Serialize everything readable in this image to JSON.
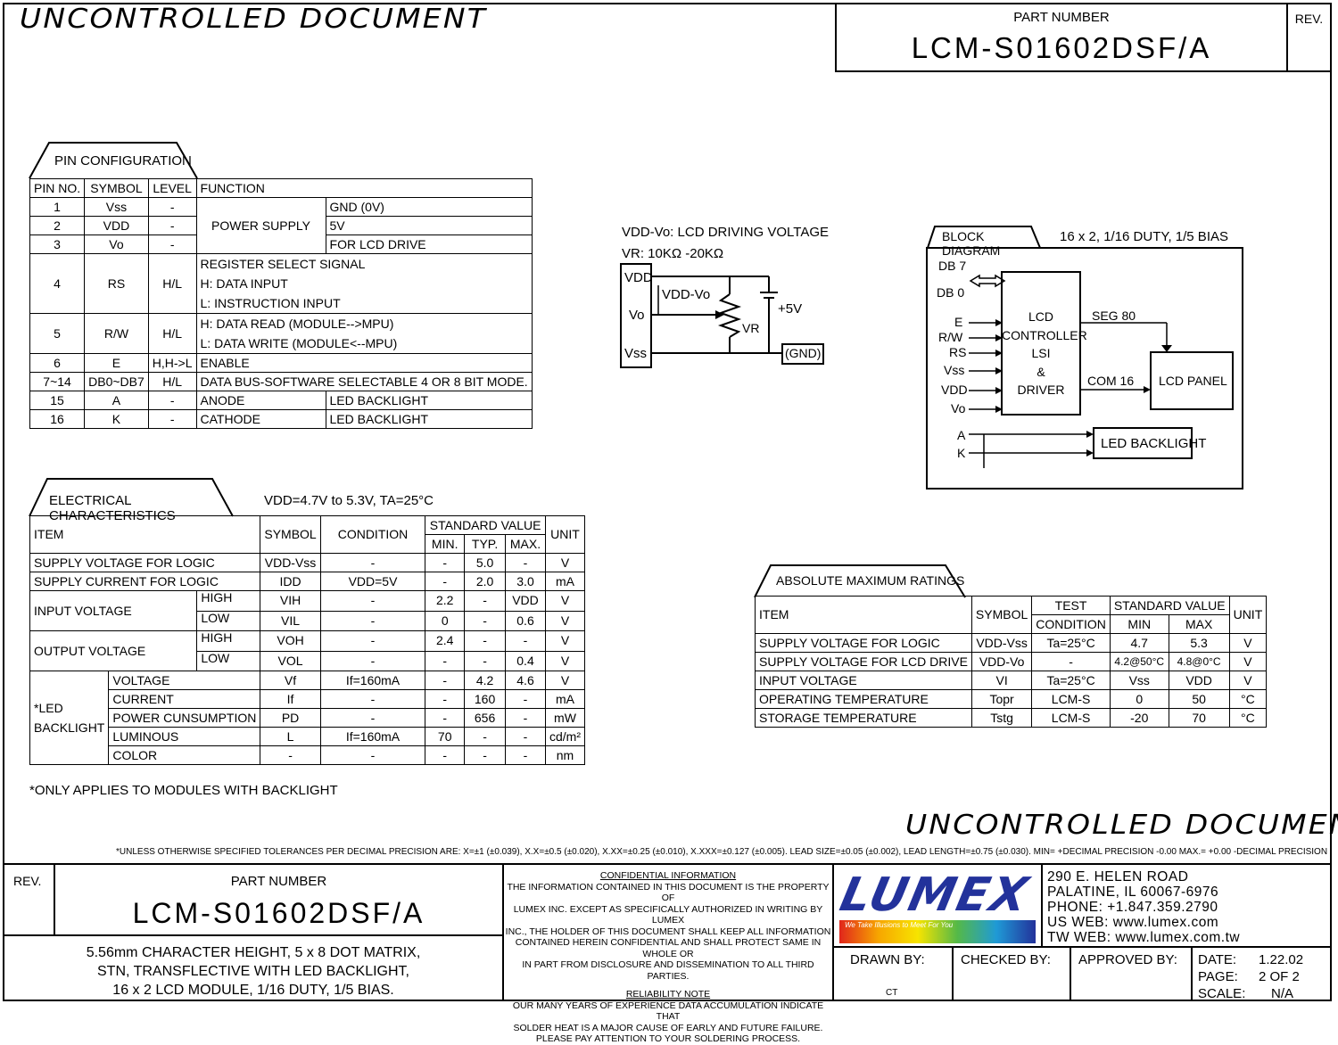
{
  "header": {
    "uncontrolled_label": "UNCONTROLLED DOCUMENT",
    "part_number_label": "PART NUMBER",
    "part_number": "LCM-S01602DSF/A",
    "rev_label": "REV."
  },
  "pin_config": {
    "title": "PIN CONFIGURATION",
    "headers": [
      "PIN NO.",
      "SYMBOL",
      "LEVEL",
      "FUNCTION"
    ],
    "rows": [
      {
        "pin": "1",
        "symbol": "Vss",
        "level": "-",
        "func": "POWER SUPPLY",
        "detail": "GND (0V)"
      },
      {
        "pin": "2",
        "symbol": "VDD",
        "level": "-",
        "detail": "5V"
      },
      {
        "pin": "3",
        "symbol": "Vo",
        "level": "-",
        "detail": "FOR LCD DRIVE"
      },
      {
        "pin": "4",
        "symbol": "RS",
        "level": "H/L",
        "lines": [
          "REGISTER SELECT SIGNAL",
          "H: DATA INPUT",
          "L: INSTRUCTION INPUT"
        ]
      },
      {
        "pin": "5",
        "symbol": "R/W",
        "level": "H/L",
        "lines": [
          "H: DATA READ (MODULE-->MPU)",
          "L: DATA WRITE (MODULE<--MPU)"
        ]
      },
      {
        "pin": "6",
        "symbol": "E",
        "level": "H,H->L",
        "func": "ENABLE"
      },
      {
        "pin": "7~14",
        "symbol": "DB0~DB7",
        "level": "H/L",
        "func": "DATA BUS-SOFTWARE SELECTABLE 4 OR 8 BIT MODE."
      },
      {
        "pin": "15",
        "symbol": "A",
        "level": "-",
        "func": "ANODE",
        "detail": "LED BACKLIGHT"
      },
      {
        "pin": "16",
        "symbol": "K",
        "level": "-",
        "func": "CATHODE",
        "detail": "LED BACKLIGHT"
      }
    ]
  },
  "driving_circuit": {
    "line1": "VDD-Vo: LCD DRIVING VOLTAGE",
    "line2": "VR: 10KΩ -20KΩ",
    "pin_vdd": "VDD",
    "pin_vo": "Vo",
    "pin_vss": "Vss",
    "vdd_vo": "VDD-Vo",
    "vr": "VR",
    "plus5v": "+5V",
    "gnd": "(GND)"
  },
  "block_diagram": {
    "title": "BLOCK DIAGRAM",
    "subtitle": "16 x 2, 1/16 DUTY, 1/5 BIAS",
    "db7": "DB 7",
    "db0": "DB 0",
    "inputs": [
      "E",
      "R/W",
      "RS",
      "Vss",
      "VDD",
      "Vo"
    ],
    "a": "A",
    "k": "K",
    "controller": [
      "LCD",
      "CONTROLLER",
      "LSI",
      "&",
      "DRIVER"
    ],
    "seg": "SEG 80",
    "com": "COM 16",
    "panel": "LCD PANEL",
    "backlight": "LED BACKLIGHT"
  },
  "electrical": {
    "title": "ELECTRICAL CHARACTERISTICS",
    "condition": "VDD=4.7V to 5.3V, TA=25°C",
    "headers": {
      "item": "ITEM",
      "symbol": "SYMBOL",
      "condition": "CONDITION",
      "std": "STANDARD VALUE",
      "min": "MIN.",
      "typ": "TYP.",
      "max": "MAX.",
      "unit": "UNIT"
    },
    "supply_logic": [
      "SUPPLY VOLTAGE FOR LOGIC",
      "VDD-Vss",
      "-",
      "-",
      "5.0",
      "-",
      "V"
    ],
    "supply_current": [
      "SUPPLY CURRENT FOR LOGIC",
      "IDD",
      "VDD=5V",
      "-",
      "2.0",
      "3.0",
      "mA"
    ],
    "input_voltage": "INPUT VOLTAGE",
    "output_voltage": "OUTPUT VOLTAGE",
    "high": "HIGH",
    "low": "LOW",
    "vih": [
      "VIH",
      "-",
      "2.2",
      "-",
      "VDD",
      "V"
    ],
    "vil": [
      "VIL",
      "-",
      "0",
      "-",
      "0.6",
      "V"
    ],
    "voh": [
      "VOH",
      "-",
      "2.4",
      "-",
      "-",
      "V"
    ],
    "vol": [
      "VOL",
      "-",
      "-",
      "-",
      "0.4",
      "V"
    ],
    "led_label": "*LED BACKLIGHT",
    "led_rows": [
      [
        "VOLTAGE",
        "Vf",
        "If=160mA",
        "-",
        "4.2",
        "4.6",
        "V"
      ],
      [
        "CURRENT",
        "If",
        "-",
        "-",
        "160",
        "-",
        "mA"
      ],
      [
        "POWER CUNSUMPTION",
        "PD",
        "-",
        "-",
        "656",
        "-",
        "mW"
      ],
      [
        "LUMINOUS",
        "L",
        "If=160mA",
        "70",
        "-",
        "-",
        "cd/m²"
      ],
      [
        "COLOR",
        "-",
        "-",
        "-",
        "-",
        "-",
        "nm"
      ]
    ],
    "footnote": "*ONLY APPLIES TO MODULES WITH BACKLIGHT"
  },
  "absolute": {
    "title": "ABSOLUTE MAXIMUM RATINGS",
    "headers": {
      "item": "ITEM",
      "symbol": "SYMBOL",
      "test": "TEST",
      "condition": "CONDITION",
      "std": "STANDARD VALUE",
      "min": "MIN",
      "max": "MAX",
      "unit": "UNIT"
    },
    "rows": [
      [
        "SUPPLY VOLTAGE FOR LOGIC",
        "VDD-Vss",
        "Ta=25°C",
        "4.7",
        "5.3",
        "V"
      ],
      [
        "SUPPLY VOLTAGE FOR LCD DRIVE",
        "VDD-Vo",
        "-",
        "4.2@50°C",
        "4.8@0°C",
        "V"
      ],
      [
        "INPUT VOLTAGE",
        "VI",
        "Ta=25°C",
        "Vss",
        "VDD",
        "V"
      ],
      [
        "OPERATING TEMPERATURE",
        "Topr",
        "LCM-S",
        "0",
        "50",
        "°C"
      ],
      [
        "STORAGE TEMPERATURE",
        "Tstg",
        "LCM-S",
        "-20",
        "70",
        "°C"
      ]
    ]
  },
  "tolerance": "*UNLESS OTHERWISE SPECIFIED TOLERANCES PER DECIMAL PRECISION ARE: X=±1 (±0.039), X.X=±0.5 (±0.020), X.XX=±0.25 (±0.010), X.XXX=±0.127 (±0.005).  LEAD SIZE=±0.05 (±0.002), LEAD LENGTH=±0.75 (±0.030). MIN= +DECIMAL PRECISION -0.00   MAX.= +0.00 -DECIMAL PRECISION",
  "footer": {
    "rev_label": "REV.",
    "part_number_label": "PART NUMBER",
    "part_number": "LCM-S01602DSF/A",
    "description": [
      "5.56mm CHARACTER HEIGHT, 5 x 8 DOT MATRIX,",
      "STN, TRANSFLECTIVE WITH LED BACKLIGHT,",
      "16 x 2 LCD MODULE, 1/16 DUTY, 1/5 BIAS."
    ],
    "confidential_title": "CONFIDENTIAL INFORMATION",
    "confidential_text": [
      "THE INFORMATION CONTAINED IN THIS DOCUMENT IS THE PROPERTY OF",
      "LUMEX INC.  EXCEPT AS SPECIFICALLY AUTHORIZED IN WRITING BY LUMEX",
      "INC., THE HOLDER OF THIS DOCUMENT SHALL KEEP ALL INFORMATION",
      "CONTAINED HEREIN CONFIDENTIAL AND SHALL PROTECT SAME IN WHOLE OR",
      "IN PART FROM DISCLOSURE AND DISSEMINATION TO ALL THIRD PARTIES."
    ],
    "reliability_title": "RELIABILITY NOTE",
    "reliability_text": [
      "OUR MANY YEARS OF EXPERIENCE DATA ACCUMULATION INDICATE THAT",
      "SOLDER HEAT IS A MAJOR CAUSE OF EARLY AND FUTURE FAILURE.",
      "PLEASE PAY ATTENTION TO YOUR SOLDERING PROCESS."
    ],
    "logo_text": "LUMEX",
    "logo_tagline": "We Take Illusions to Meet For You",
    "address": [
      "290 E. HELEN ROAD",
      "PALATINE, IL  60067-6976",
      "PHONE: +1.847.359.2790",
      "US WEB: www.lumex.com",
      "TW WEB: www.lumex.com.tw"
    ],
    "drawn_by": "DRAWN BY:",
    "drawn_value": "CT",
    "checked_by": "CHECKED BY:",
    "approved_by": "APPROVED BY:",
    "date_label": "DATE:",
    "date": "1.22.02",
    "page_label": "PAGE:",
    "page": "2 OF 2",
    "scale_label": "SCALE:",
    "scale": "N/A"
  }
}
